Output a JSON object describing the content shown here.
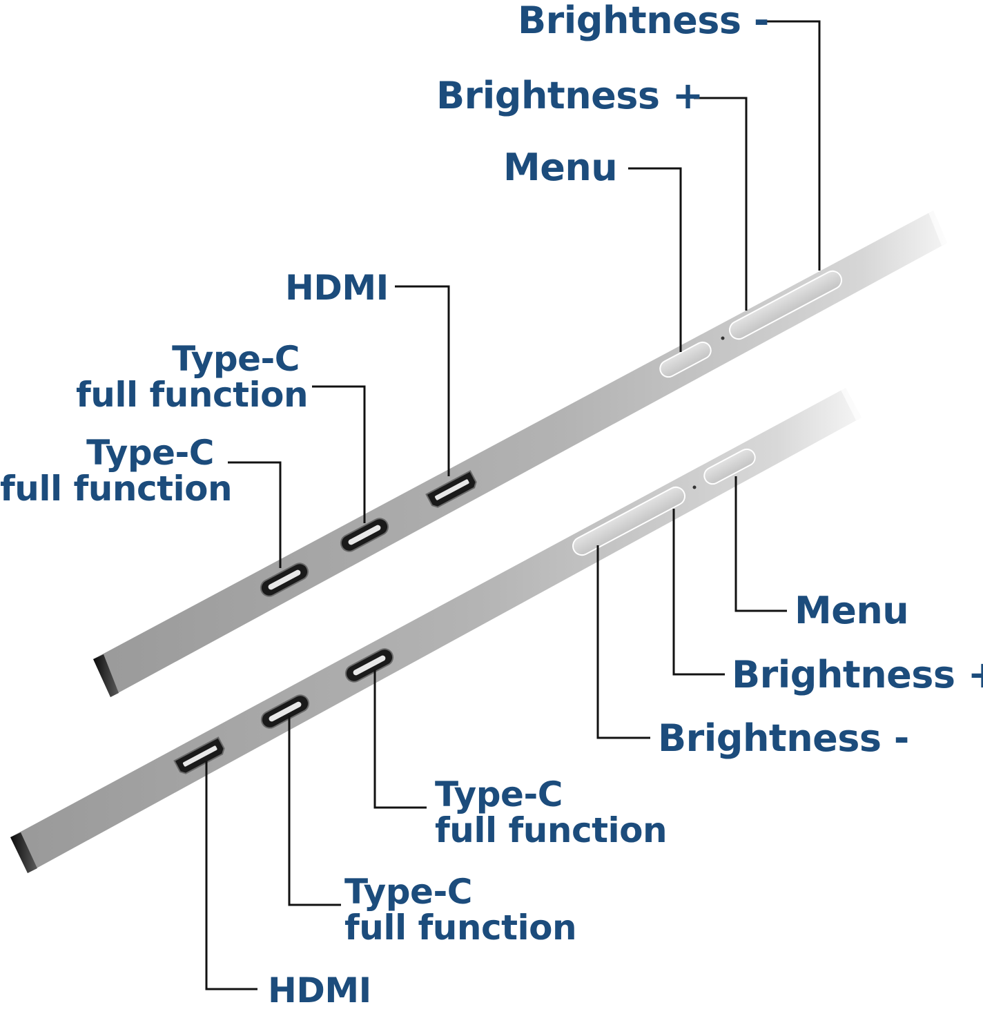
{
  "top_bar": {
    "labels": {
      "brightness_minus": "Brightness -",
      "brightness_plus": "Brightness +",
      "menu": "Menu",
      "hdmi": "HDMI",
      "typec_1_line1": "Type-C",
      "typec_1_line2": "full function",
      "typec_2_line1": "Type-C",
      "typec_2_line2": "full function"
    }
  },
  "bottom_bar": {
    "labels": {
      "menu": "Menu",
      "brightness_plus": "Brightness +",
      "brightness_minus": "Brightness -",
      "typec_1_line1": "Type-C",
      "typec_1_line2": "full function",
      "typec_2_line1": "Type-C",
      "typec_2_line2": "full function",
      "hdmi": "HDMI"
    }
  },
  "colors": {
    "label_text": "#1c4c7c",
    "leader_line": "#111111",
    "bar_body": "#b5b5b5",
    "port": "#1a1a1a"
  }
}
